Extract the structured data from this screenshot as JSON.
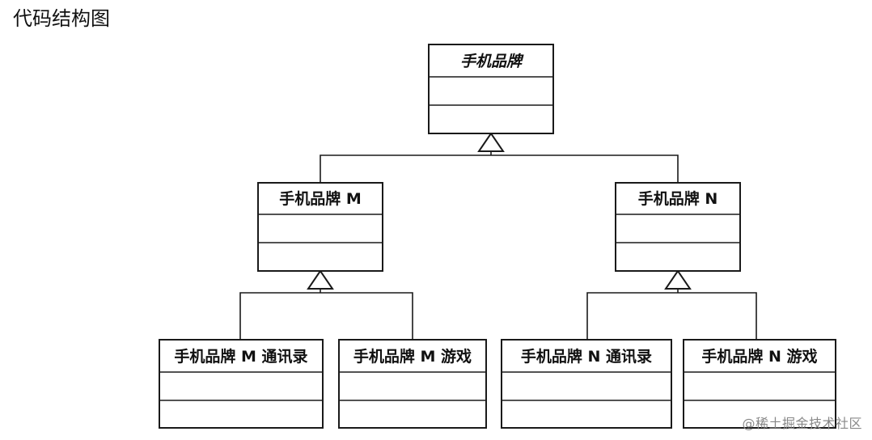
{
  "title": "代码结构图",
  "classes": {
    "root": {
      "name": "手机品牌",
      "abstract": true
    },
    "brand_m": {
      "name": "手机品牌 M"
    },
    "brand_n": {
      "name": "手机品牌 N"
    },
    "m_contacts": {
      "name": "手机品牌 M 通讯录"
    },
    "m_game": {
      "name": "手机品牌 M 游戏"
    },
    "n_contacts": {
      "name": "手机品牌 N 通讯录"
    },
    "n_game": {
      "name": "手机品牌 N 游戏"
    }
  },
  "relations": [
    {
      "type": "inheritance",
      "parent": "root",
      "children": [
        "brand_m",
        "brand_n"
      ]
    },
    {
      "type": "inheritance",
      "parent": "brand_m",
      "children": [
        "m_contacts",
        "m_game"
      ]
    },
    {
      "type": "inheritance",
      "parent": "brand_n",
      "children": [
        "n_contacts",
        "n_game"
      ]
    }
  ],
  "watermark": "@稀土掘金技术社区"
}
